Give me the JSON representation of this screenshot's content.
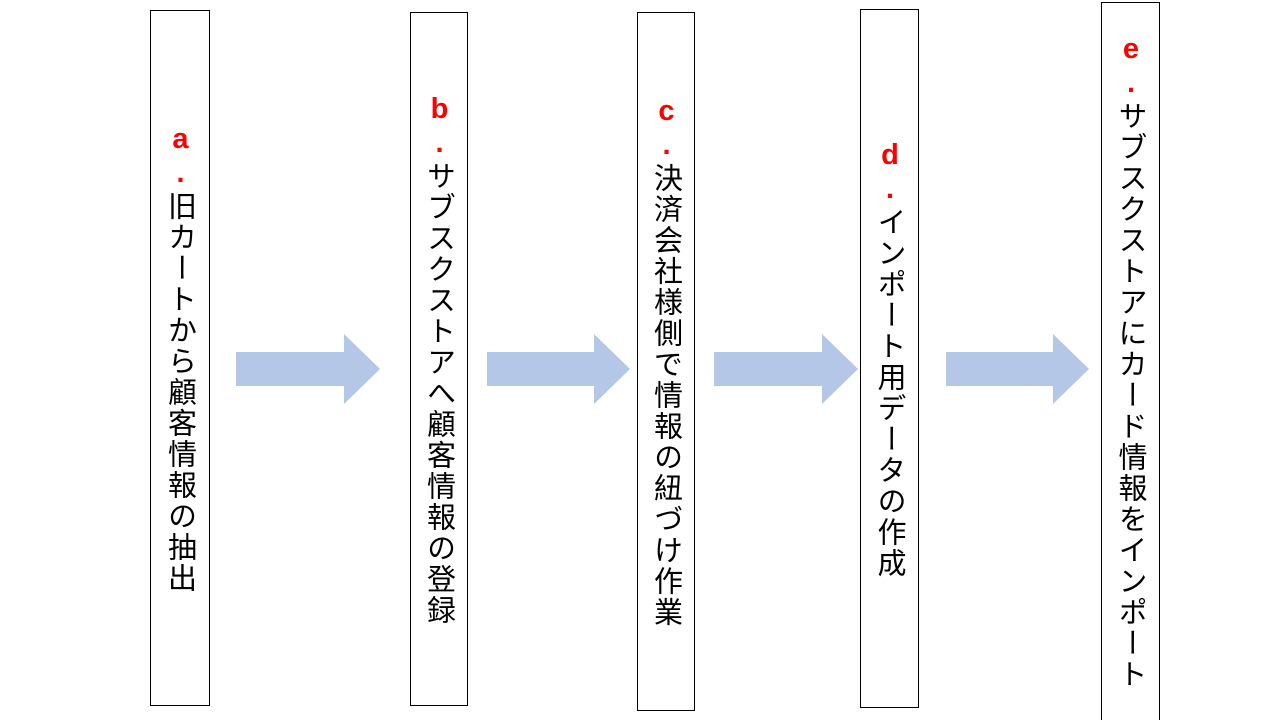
{
  "colors": {
    "step_border": "#000000",
    "step_letter": "#ff0000",
    "step_text": "#000000",
    "arrow_fill": "#b4c7e7"
  },
  "steps": [
    {
      "letter": "a.",
      "text": "旧カートから顧客情報の抽出"
    },
    {
      "letter": "b.",
      "text": "サブスクストアへ顧客情報の登録"
    },
    {
      "letter": "c.",
      "text": "決済会社様側で情報の紐づけ作業"
    },
    {
      "letter": "d.",
      "text": "インポート用データの作成"
    },
    {
      "letter": "e.",
      "text": "サブスクストアにカード情報をインポート"
    }
  ],
  "arrows": [
    {
      "icon": "right-arrow-icon"
    },
    {
      "icon": "right-arrow-icon"
    },
    {
      "icon": "right-arrow-icon"
    },
    {
      "icon": "right-arrow-icon"
    }
  ]
}
